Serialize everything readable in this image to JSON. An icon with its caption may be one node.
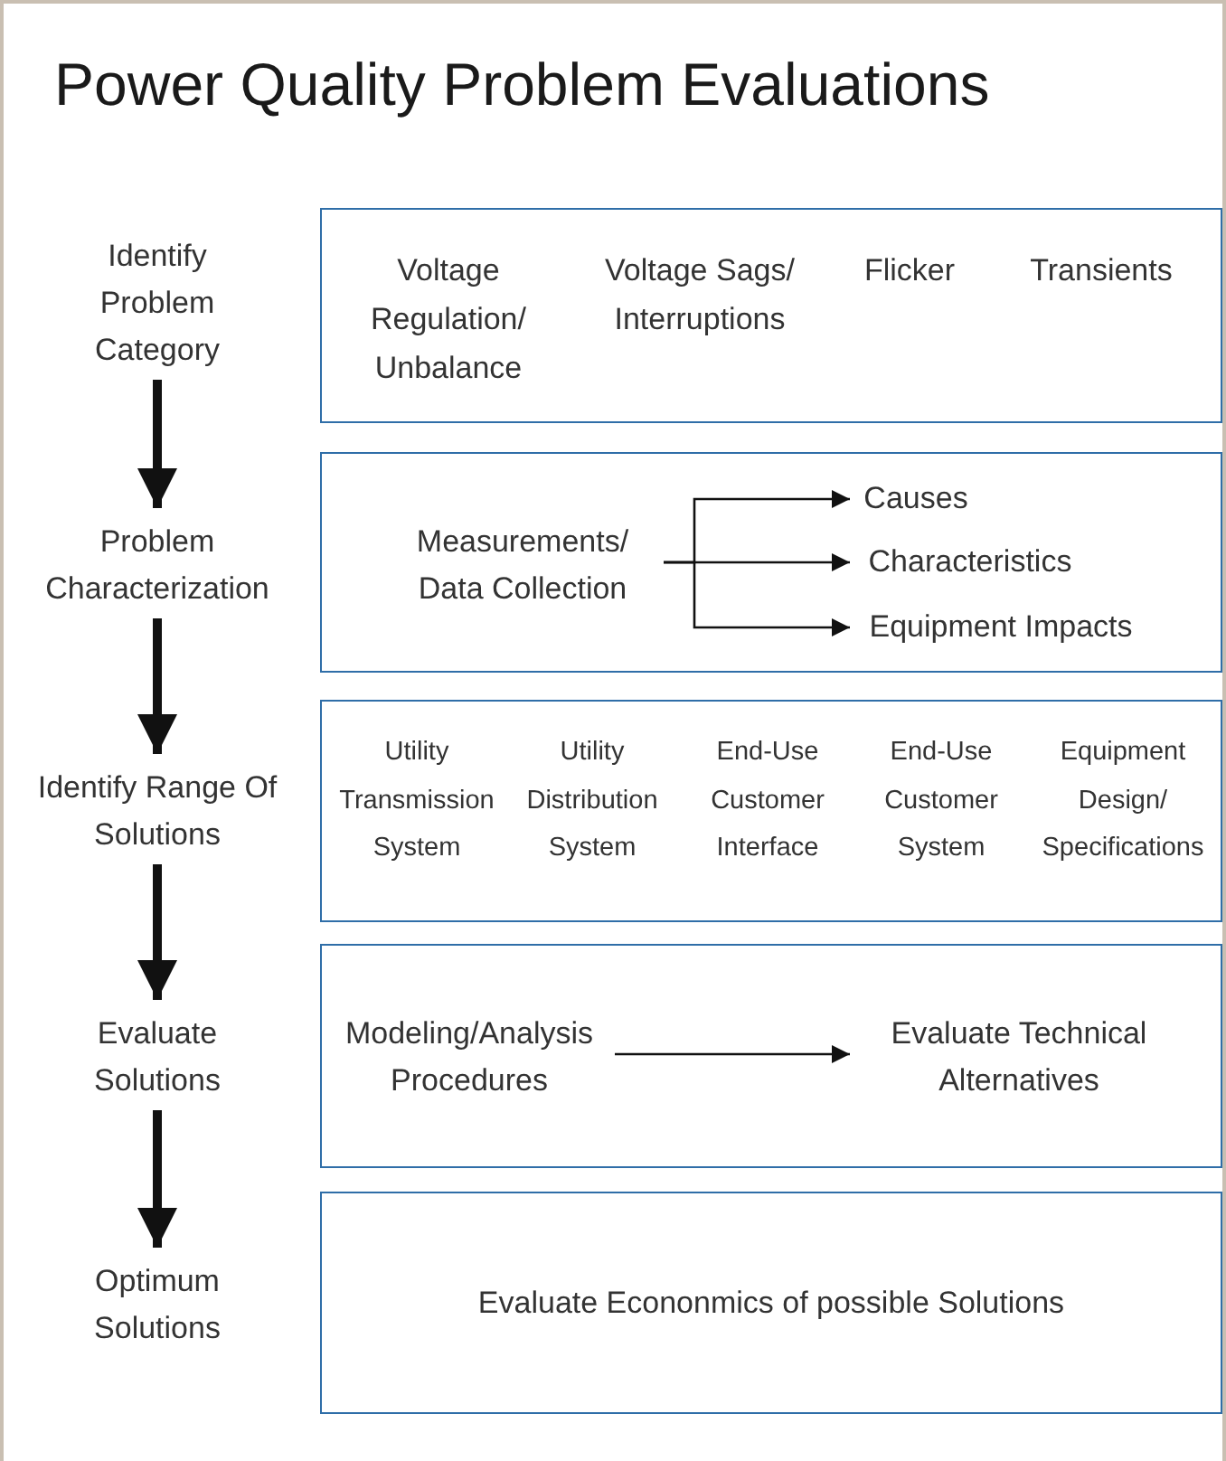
{
  "diagram": {
    "title": "Power Quality Problem Evaluations",
    "nodes": [
      {
        "text": [
          "Identify Problem Category"
        ]
      },
      {
        "text": [
          "Voltage Regulation/ Unbalance",
          "Voltage Sags/ Interruptions",
          "Flicker",
          "Transients"
        ]
      },
      {
        "text": [
          "Problem Characterization"
        ]
      },
      {
        "text": [],
        "shape": "box"
      },
      {
        "text": [
          "Measurements/ Data Collection"
        ],
        "in": 3
      },
      {
        "text": [
          "Causes"
        ],
        "in": 3
      },
      {
        "text": [
          "Characteristics"
        ],
        "in": 3
      },
      {
        "text": [
          "Equipment Impacts"
        ],
        "in": 3
      },
      {
        "text": [
          "Identify Range Of Solutions"
        ]
      },
      {
        "text": [
          "Utility Transmission System",
          "Utility Distribution System",
          "End-Use Customer Interface",
          "End-Use Customer System",
          "Equipment Design/ Specifications"
        ]
      },
      {
        "text": [
          "Evaluate Solutions"
        ]
      },
      {
        "text": [],
        "shape": "box"
      },
      {
        "text": [
          "Modeling/Analysis Procedures"
        ],
        "in": 11
      },
      {
        "text": [
          "Evaluate Technical Alternatives"
        ],
        "in": 11
      },
      {
        "text": [
          "Optimum Solutions"
        ]
      },
      {
        "text": [
          "Evaluate Econonmics of possible Solutions"
        ]
      }
    ],
    "edges": [
      {
        "from": 0,
        "to": 2,
        "arrow": "to",
        "style": "thick"
      },
      {
        "from": 2,
        "to": 8,
        "arrow": "to",
        "style": "thick"
      },
      {
        "from": 8,
        "to": 10,
        "arrow": "to",
        "style": "thick"
      },
      {
        "from": 10,
        "to": 14,
        "arrow": "to",
        "style": "thick"
      },
      {
        "from": 4,
        "to": 5,
        "arrow": "to"
      },
      {
        "from": 4,
        "to": 6,
        "arrow": "to"
      },
      {
        "from": 4,
        "to": 7,
        "arrow": "to"
      },
      {
        "from": 12,
        "to": 13,
        "arrow": "to"
      }
    ]
  }
}
